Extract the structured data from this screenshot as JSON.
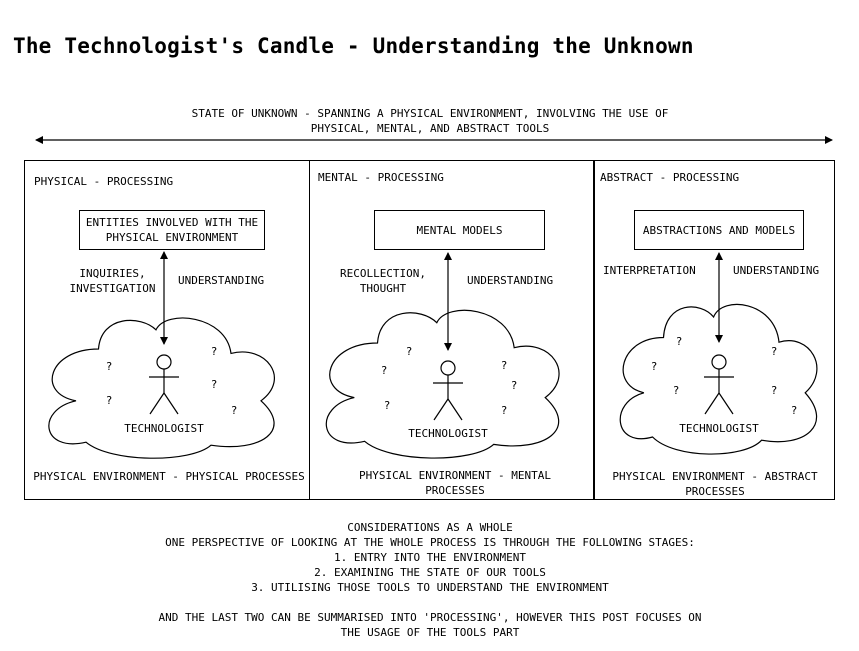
{
  "title": "The Technologist's Candle - Understanding the Unknown",
  "scope_line1": "STATE OF UNKNOWN - SPANNING A PHYSICAL ENVIRONMENT, INVOLVING THE USE OF",
  "scope_line2": "PHYSICAL, MENTAL, AND ABSTRACT TOOLS",
  "panels": [
    {
      "heading": "PHYSICAL - PROCESSING",
      "box": "ENTITIES INVOLVED WITH THE PHYSICAL ENVIRONMENT",
      "left_label": "INQUIRIES,\nINVESTIGATION",
      "right_label": "UNDERSTANDING",
      "actor": "TECHNOLOGIST",
      "mark": "?",
      "footer": "PHYSICAL ENVIRONMENT - PHYSICAL PROCESSES"
    },
    {
      "heading": "MENTAL - PROCESSING",
      "box": "MENTAL MODELS",
      "left_label": "RECOLLECTION,\nTHOUGHT",
      "right_label": "UNDERSTANDING",
      "actor": "TECHNOLOGIST",
      "mark": "?",
      "footer": "PHYSICAL ENVIRONMENT - MENTAL PROCESSES"
    },
    {
      "heading": "ABSTRACT - PROCESSING",
      "box": "ABSTRACTIONS AND MODELS",
      "left_label": "INTERPRETATION",
      "right_label": "UNDERSTANDING",
      "actor": "TECHNOLOGIST",
      "mark": "?",
      "footer": "PHYSICAL ENVIRONMENT - ABSTRACT PROCESSES"
    }
  ],
  "considerations": [
    "CONSIDERATIONS AS A WHOLE",
    "ONE PERSPECTIVE OF LOOKING AT THE WHOLE PROCESS IS THROUGH THE FOLLOWING STAGES:",
    "1. ENTRY INTO THE ENVIRONMENT",
    "2. EXAMINING THE STATE OF OUR TOOLS",
    "3. UTILISING THOSE TOOLS TO UNDERSTAND THE ENVIRONMENT",
    "",
    "AND THE LAST TWO CAN BE SUMMARISED INTO 'PROCESSING', HOWEVER THIS POST FOCUSES ON",
    "THE USAGE OF THE TOOLS PART"
  ]
}
